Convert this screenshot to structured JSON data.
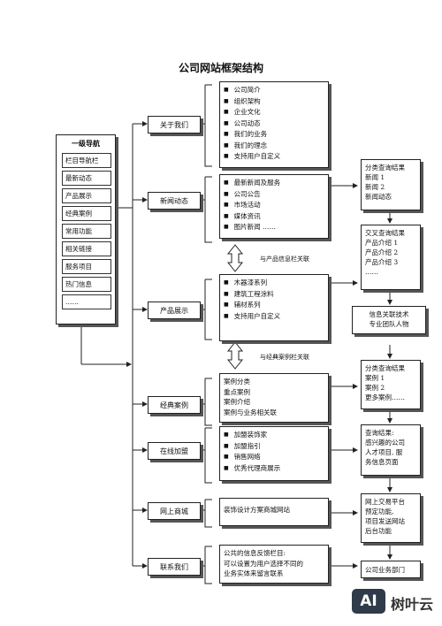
{
  "title": "公司网站框架结构",
  "nav": {
    "heading": "一级导航",
    "items": [
      "栏目导航栏",
      "最新动态",
      "产品展示",
      "经典案例",
      "常用功能",
      "相关链接",
      "服务项目",
      "热门信息",
      "……"
    ]
  },
  "categories": [
    {
      "label": "关于我们",
      "items": [
        "公司简介",
        "组织架构",
        "企业文化",
        "公司动态",
        "我们的业务",
        "我们的理念",
        "支持用户自定义"
      ]
    },
    {
      "label": "新闻动态",
      "items": [
        "最新新闻及服务",
        "公司公告",
        "市场活动",
        "媒体资讯",
        "图片新闻  ……"
      ]
    },
    {
      "label": "产品展示",
      "items": [
        "木器漆系列",
        "建筑工程涂料",
        "辅材系列",
        "支持用户自定义"
      ]
    },
    {
      "label": "经典案例",
      "items": [
        "案例分类",
        "重点案例",
        "案例介绍",
        "案例与业务相关联"
      ]
    },
    {
      "label": "在线加盟",
      "items": [
        "加盟装饰家",
        "加盟指引",
        "销售网络",
        "优秀代理商展示"
      ]
    },
    {
      "label": "网上商城",
      "items": [
        "装饰设计方案商城网站"
      ]
    },
    {
      "label": "联系我们",
      "items": [
        "公共的信息反馈栏目:",
        "可以设置为用户选择不同的",
        "业务实体来留言联系"
      ]
    }
  ],
  "relations": {
    "news_product": "与产品信息栏关联",
    "product_case": "与经典案例栏关联"
  },
  "right_boxes": {
    "news_results": [
      "分类查询结果",
      "新闻 1",
      "新闻 2",
      "新闻动态"
    ],
    "product_results": [
      "交叉查询结果",
      "产品介绍 1",
      "产品介绍 2",
      "产品介绍 3",
      "……"
    ],
    "tech_team": [
      "信息关联技术",
      "专业团队人物"
    ],
    "case_results": [
      "分类查询结果",
      "案例 1",
      "案例 2",
      "更多案例……"
    ],
    "join_results": [
      "查询结果:",
      "感兴趣的公司",
      "人才项目, 服",
      "务信息页面"
    ],
    "mall_results": [
      "网上交易平台",
      "预定功能,",
      "项目发送网站",
      "后台功能"
    ],
    "contact_results": [
      "公司业务部门"
    ]
  },
  "logo": {
    "badge": "AI",
    "text": "树叶云"
  }
}
